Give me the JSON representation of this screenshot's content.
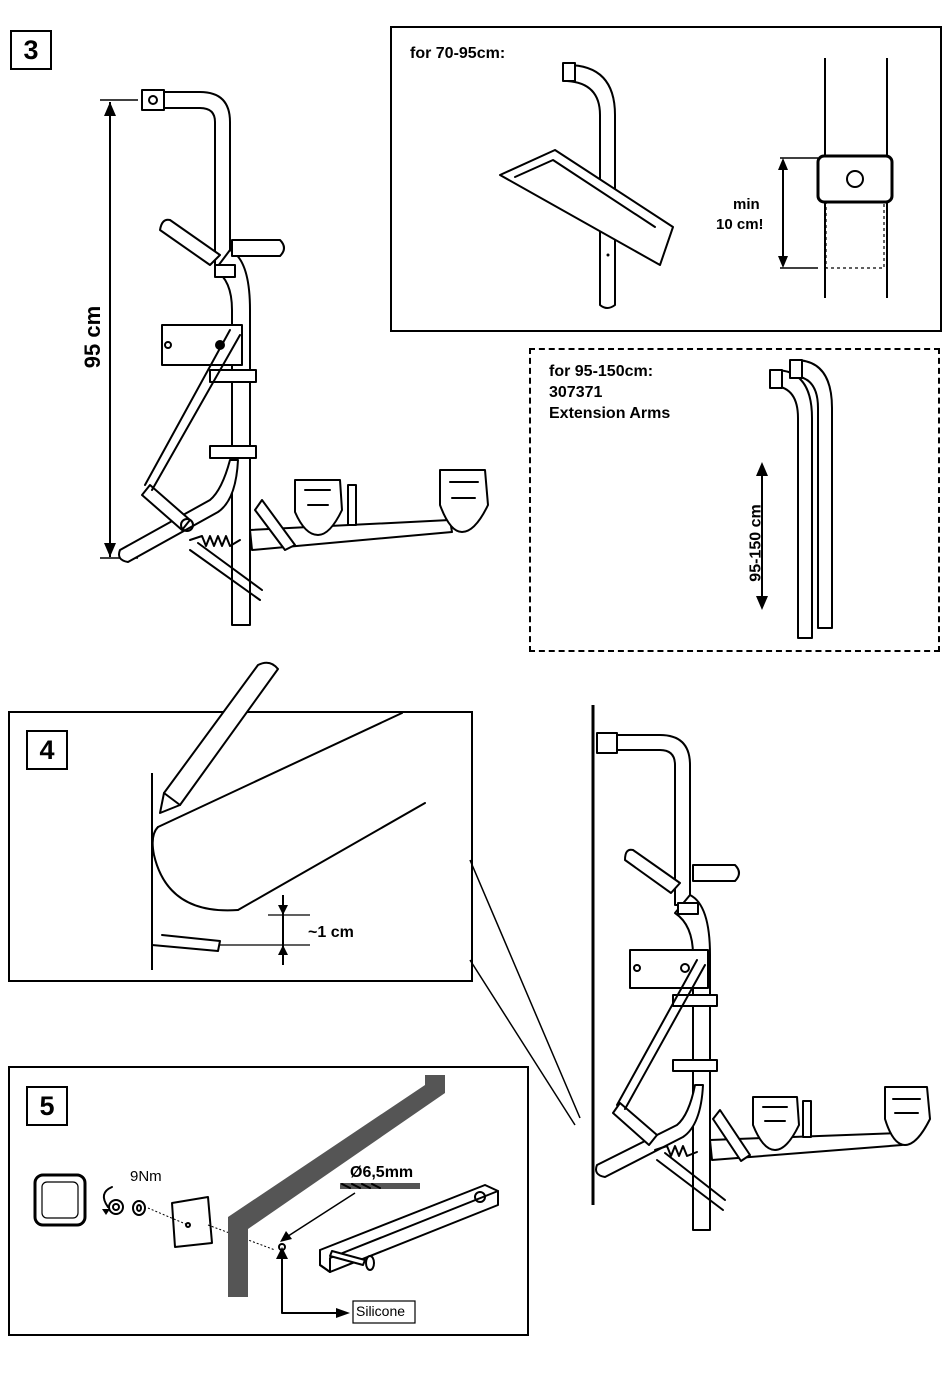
{
  "steps": {
    "s3": "3",
    "s4": "4",
    "s5": "5"
  },
  "step3": {
    "height_label": "95 cm",
    "range1_label": "for 70-95cm:",
    "min_label_line1": "min",
    "min_label_line2": "10 cm!",
    "range2_label": "for 95-150cm:",
    "part_number": "307371",
    "part_name": "Extension Arms",
    "extension_range": "95-150 cm"
  },
  "step4": {
    "gap_label": "~1 cm"
  },
  "step5": {
    "torque": "9Nm",
    "drill_size": "Ø6,5mm",
    "sealant": "Silicone"
  },
  "icons": [
    "pencil-icon",
    "drill-bit-icon",
    "rotate-arrow-icon",
    "bike-rack-illustration"
  ]
}
